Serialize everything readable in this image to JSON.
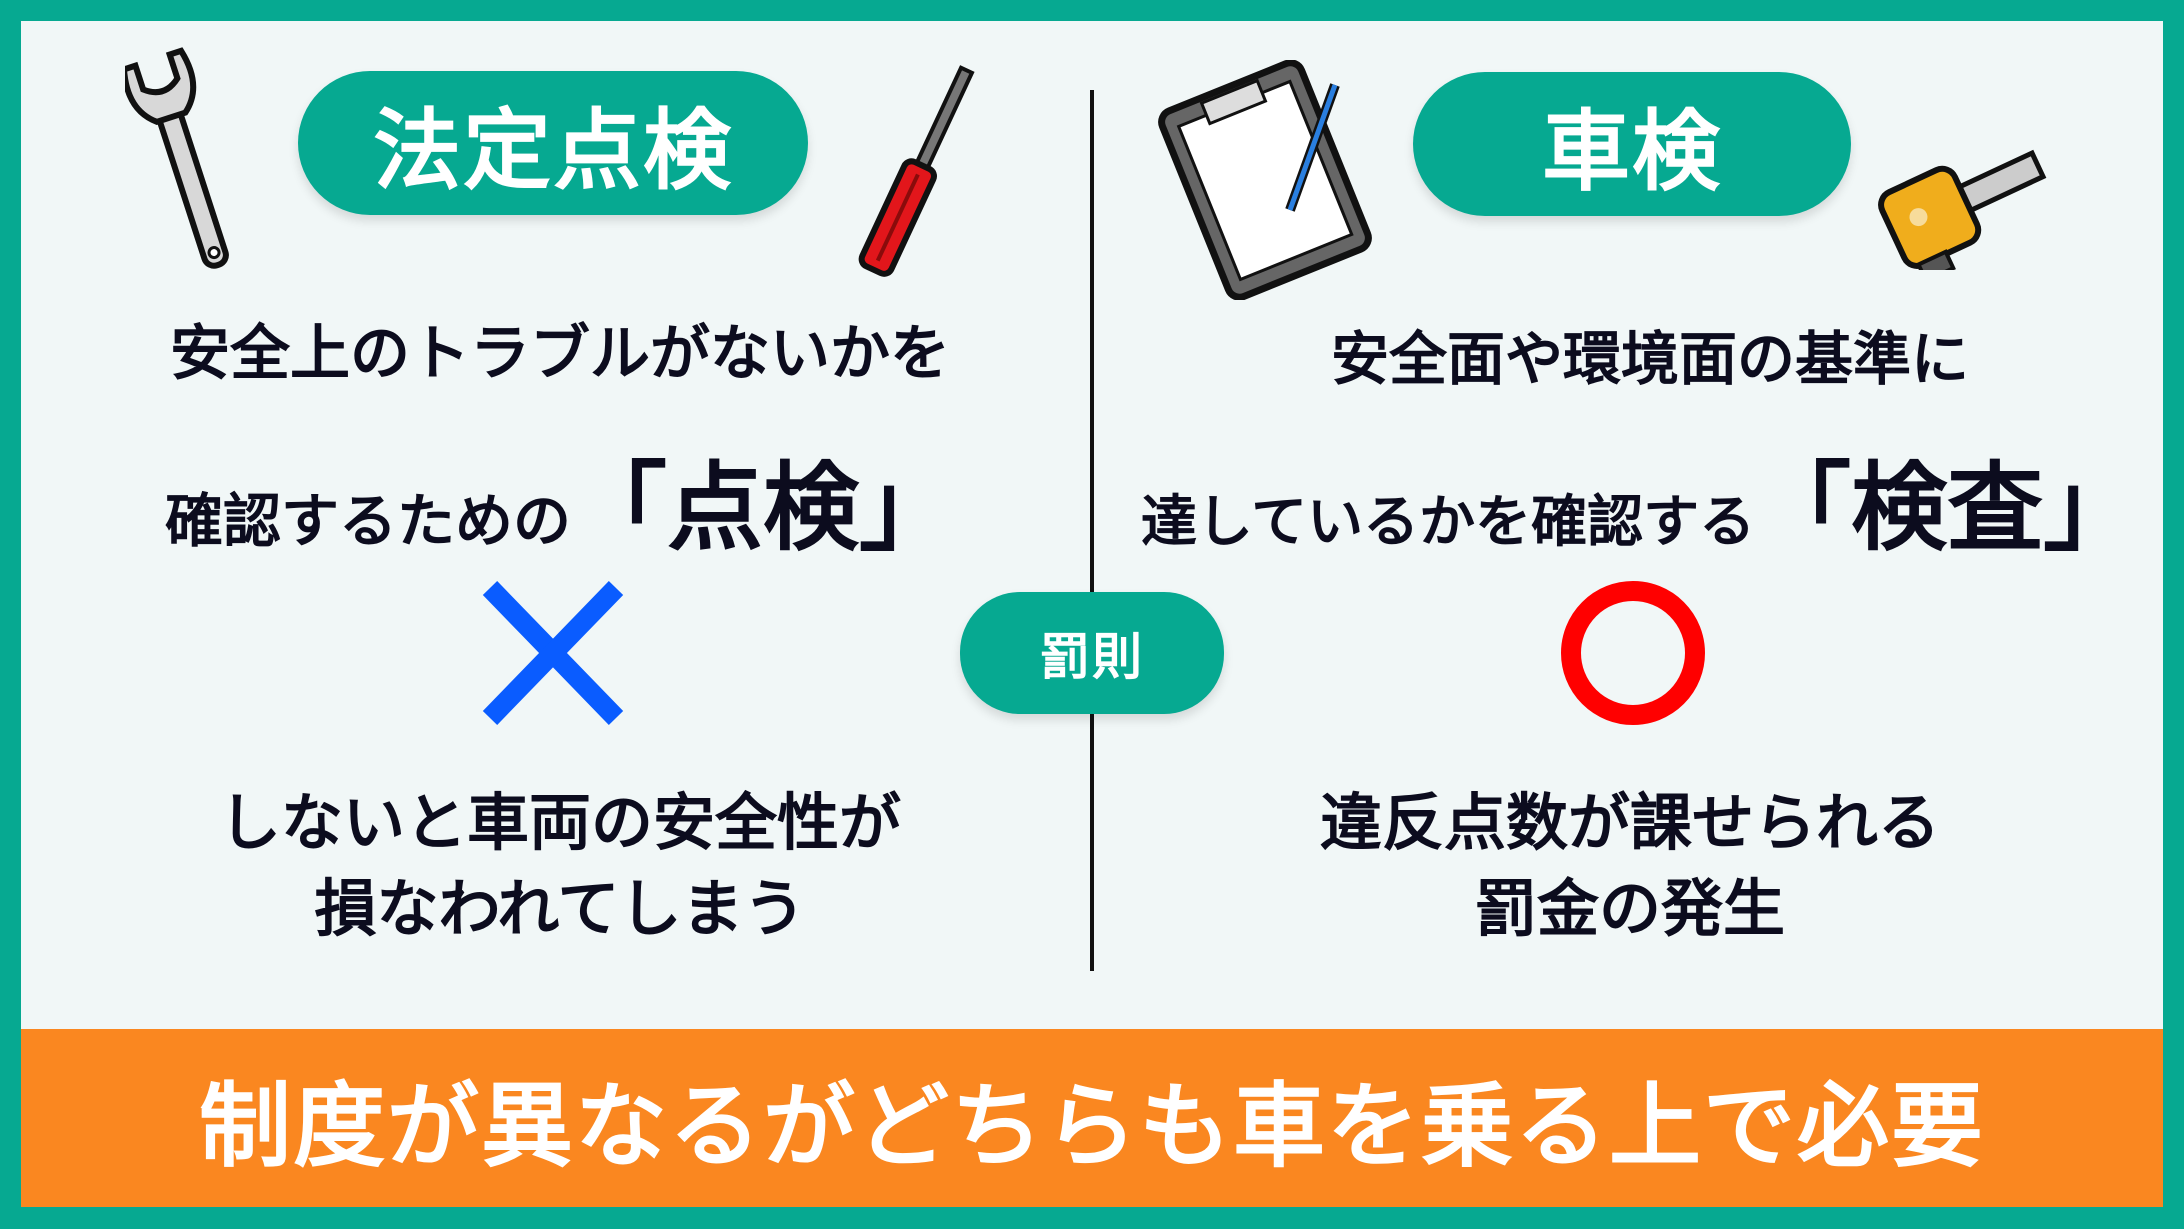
{
  "left": {
    "title": "法定点検",
    "line1": "安全上のトラブルがないかを",
    "line2_prefix": "確認するための",
    "line2_emphasis": "「点検」",
    "penalty_mark": "×",
    "consequence_line1": "しないと車両の安全性が",
    "consequence_line2": "損なわれてしまう",
    "icons": [
      "wrench-icon",
      "screwdriver-icon"
    ]
  },
  "right": {
    "title": "車検",
    "line1": "安全面や環境面の基準に",
    "line2_prefix": "達しているかを確認する",
    "line2_emphasis": "「検査」",
    "penalty_mark": "○",
    "consequence_line1": "違反点数が課せられる",
    "consequence_line2": "罰金の発生",
    "icons": [
      "clipboard-icon",
      "tape-measure-icon"
    ]
  },
  "center": {
    "label": "罰則"
  },
  "footer": {
    "text": "制度が異なるがどちらも車を乗る上で必要"
  },
  "colors": {
    "teal": "#06a991",
    "orange": "#fa8720",
    "panel": "#f1f7f7",
    "cross_blue": "#0a5cff",
    "circle_red": "#ff0000"
  }
}
